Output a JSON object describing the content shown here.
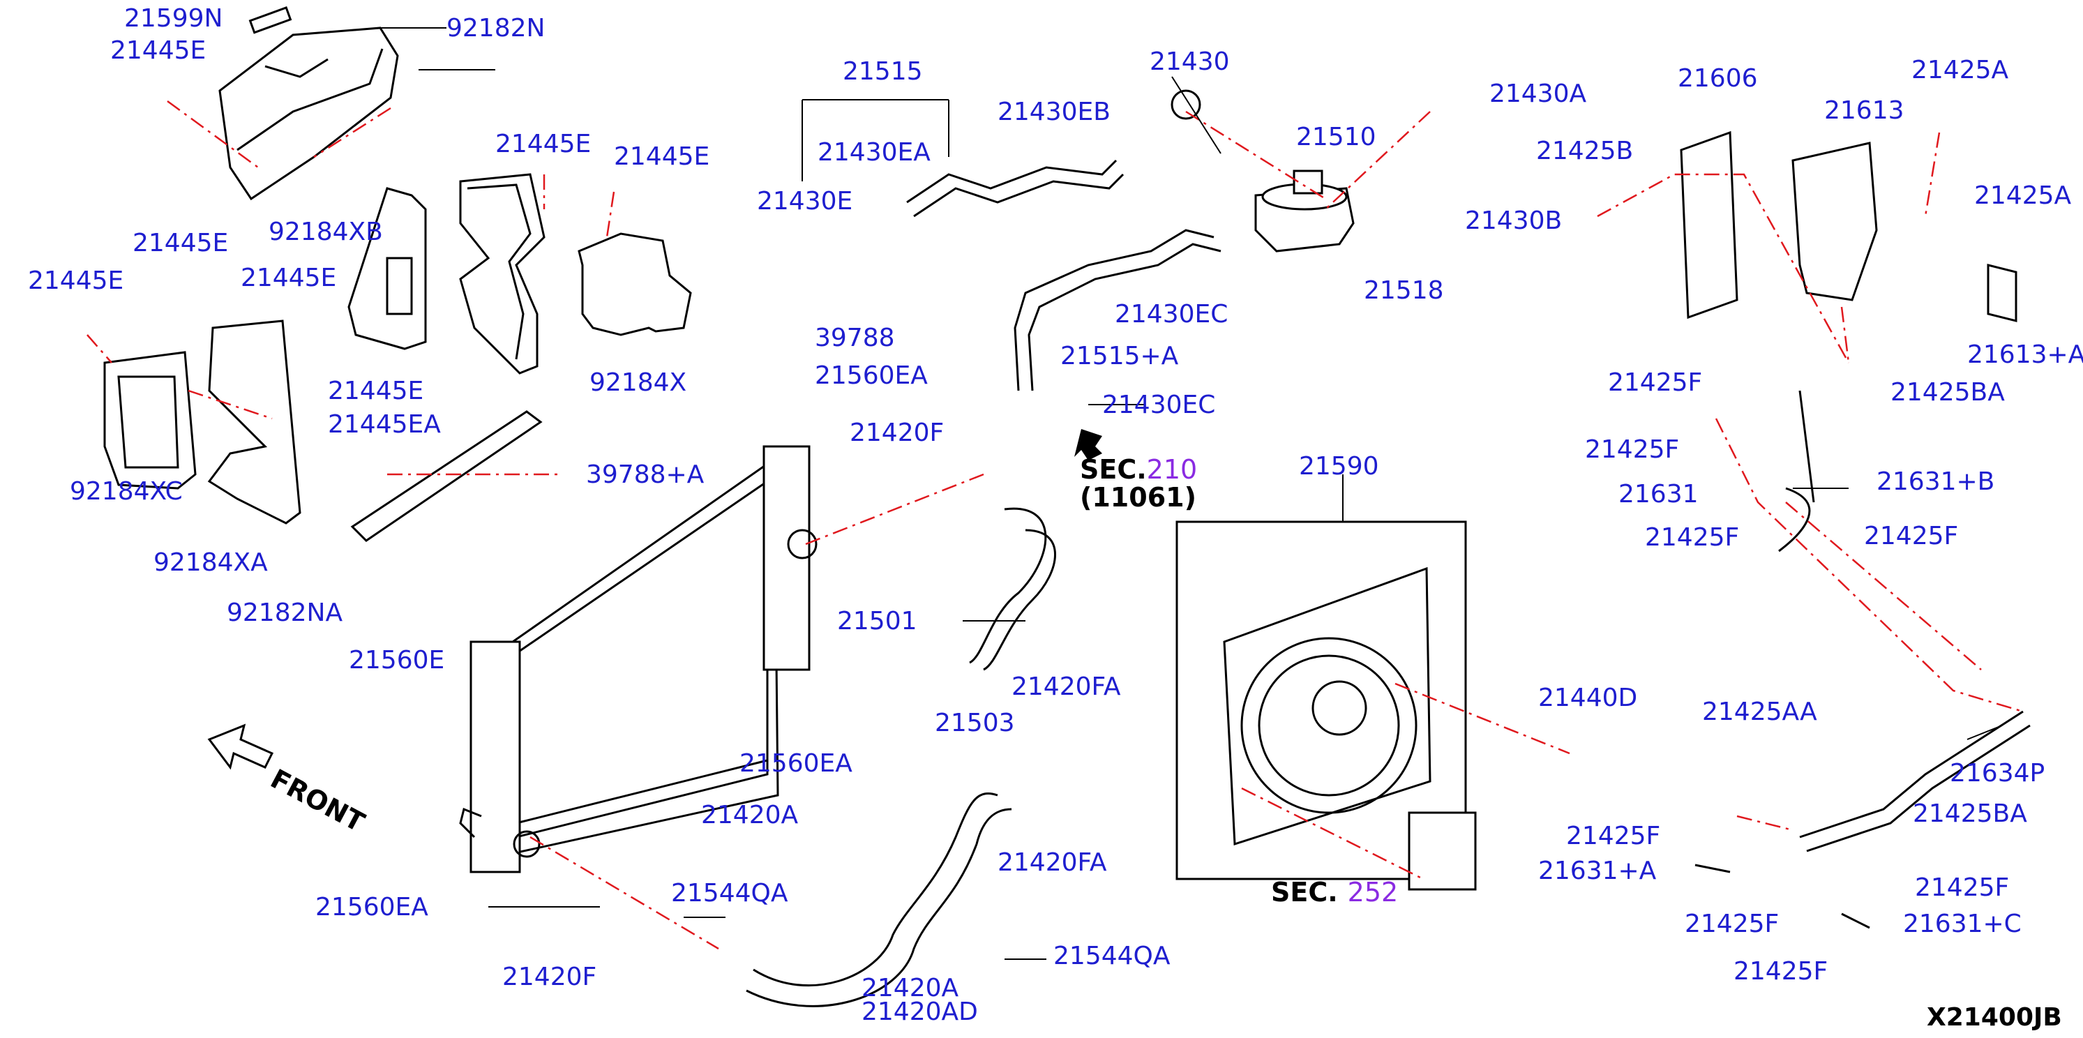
{
  "diagram": {
    "code": "X21400JB",
    "front_label": "FRONT",
    "sections": [
      {
        "prefix": "SEC.",
        "number": "210",
        "sub": "(11061)"
      },
      {
        "prefix": "SEC.",
        "number": "252"
      }
    ],
    "labels": [
      "21599N",
      "92182N",
      "21445E",
      "21445E",
      "21445E",
      "92184XB",
      "21445E",
      "21445E",
      "21445E",
      "92184X",
      "21445EA",
      "92184XC",
      "92184XA",
      "92182NA",
      "21560E",
      "39788+A",
      "21515",
      "21430EA",
      "21430E",
      "21430EB",
      "21430",
      "21430EC",
      "21515+A",
      "21430EC",
      "39788",
      "21560EA",
      "21420F",
      "21501",
      "21420FA",
      "21560EA",
      "21503",
      "21420A",
      "21420FA",
      "21544QA",
      "21560EA",
      "21420F",
      "21420A",
      "21420AD",
      "21544QA",
      "21510",
      "21430A",
      "21430B",
      "21518",
      "21590",
      "21440D",
      "21606",
      "21425B",
      "21613",
      "21425A",
      "21425A",
      "21613+A",
      "21425F",
      "21425BA",
      "21425F",
      "21631+B",
      "21631",
      "21425F",
      "21425F",
      "21425AA",
      "21634P",
      "21425BA",
      "21425F",
      "21631+A",
      "21425F",
      "21425F",
      "21425F",
      "21631+C",
      "21445E"
    ]
  }
}
